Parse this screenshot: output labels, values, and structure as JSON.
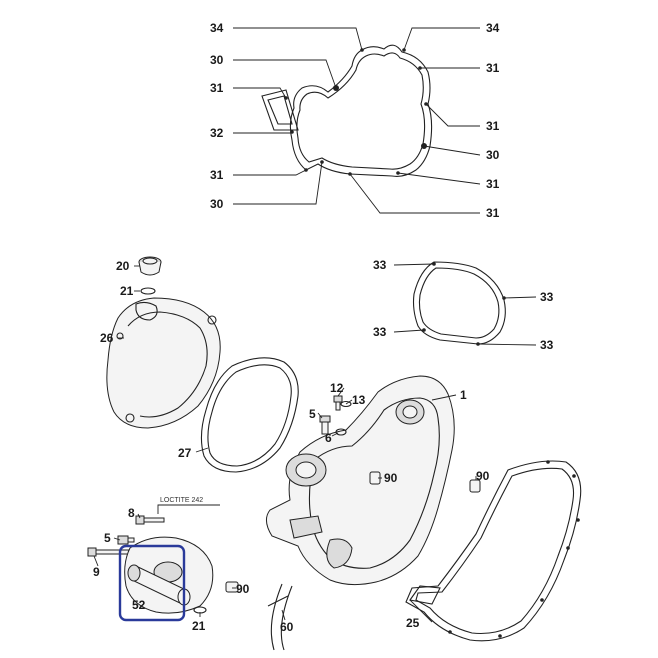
{
  "labels": {
    "top_gasket": {
      "l34": "34",
      "r34": "34",
      "l30a": "30",
      "r31a": "31",
      "l31a": "31",
      "r31b": "31",
      "l32": "32",
      "r30": "30",
      "l31b": "31",
      "r31c": "31",
      "l30b": "30",
      "r31d": "31"
    },
    "right_gasket": {
      "a": "33",
      "b": "33",
      "c": "33",
      "d": "33"
    },
    "cover": {
      "p20": "20",
      "p21a": "21",
      "p26": "26",
      "p27": "27"
    },
    "case": {
      "p12": "12",
      "p13": "13",
      "p5a": "5",
      "p6": "6",
      "p1": "1",
      "p90a": "90",
      "p90b": "90",
      "p90c": "90",
      "p25": "25",
      "p8": "8",
      "p5b": "5",
      "p9": "9",
      "p52": "52",
      "p21b": "21",
      "p60": "60"
    },
    "loctite": "LOCTITE 242"
  },
  "highlight": {
    "color": "#2a3a9a",
    "part": "52"
  }
}
